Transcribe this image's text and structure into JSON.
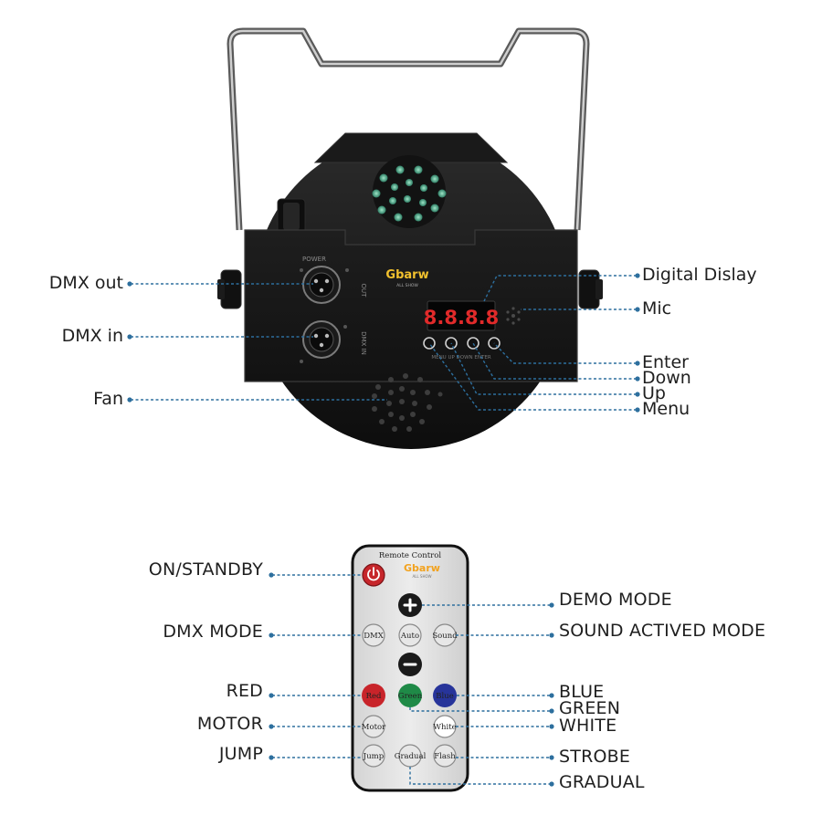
{
  "fixture": {
    "brand": "Gbarw",
    "brand_sub": "ALL SHOW",
    "panel_power": "POWER",
    "panel_out": "OUT",
    "panel_dmx_in": "DMX IN",
    "panel_menu_keys": "MENU UP DOWN ENTER",
    "display_value": "8.8.8.8",
    "labels": {
      "dmx_out": "DMX out",
      "dmx_in": "DMX in",
      "fan": "Fan",
      "digital_display": "Digital Dislay",
      "mic": "Mic",
      "enter": "Enter",
      "down": "Down",
      "up": "Up",
      "menu": "Menu"
    }
  },
  "remote": {
    "title": "Remote Control",
    "brand": "Gbarw",
    "brand_sub": "ALL SHOW",
    "buttons": {
      "dmx": "DMX",
      "auto": "Auto",
      "sound": "Sound",
      "red": "Red",
      "green": "Green",
      "blue": "Blue",
      "motor": "Motor",
      "white": "White",
      "jump": "Jump",
      "gradual": "Gradual",
      "flash": "Flash"
    },
    "labels": {
      "on_standby": "ON/STANDBY",
      "demo_mode": "DEMO MODE",
      "dmx_mode": "DMX MODE",
      "sound_actived_mode": "SOUND ACTIVED MODE",
      "red": "RED",
      "blue": "BLUE",
      "green": "GREEN",
      "motor": "MOTOR",
      "white": "WHITE",
      "jump": "JUMP",
      "strobe": "STROBE",
      "gradual": "GRADUAL"
    }
  },
  "colors": {
    "leader_line": "#2d6f9e",
    "body": "#141414",
    "display_digits": "#e02a2a",
    "remote_body": "#e6e6e6"
  }
}
